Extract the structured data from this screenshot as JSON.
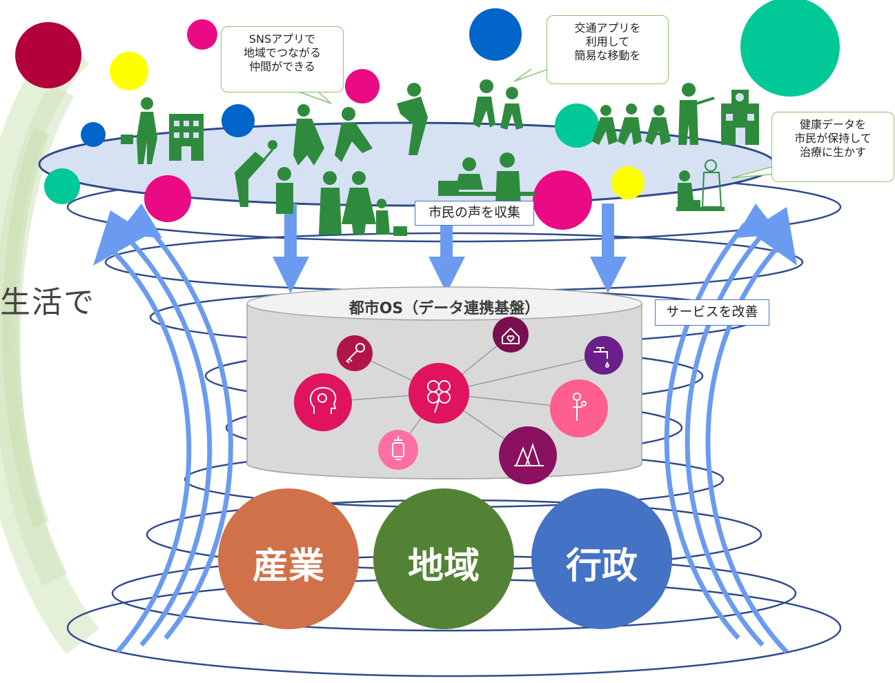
{
  "side_text": "生活で",
  "bubbles": {
    "sns": [
      "SNSアプリで",
      "地域でつながる",
      "仲間ができる"
    ],
    "transport": [
      "交通アプリを",
      "利用して",
      "簡易な移動を"
    ],
    "health": [
      "健康データを",
      "市民が保持して",
      "治療に生かす"
    ]
  },
  "labels": {
    "collect": "市民の声を収集",
    "improve": "サービスを改善"
  },
  "os": {
    "title": "都市OS（データ連携基盤）",
    "icons": [
      "clover-icon",
      "key-icon",
      "home-heart-icon",
      "faucet-icon",
      "idea-head-icon",
      "mother-child-icon",
      "lantern-icon",
      "forest-icon"
    ]
  },
  "pillars": [
    {
      "label": "産業",
      "color": "#d0714a"
    },
    {
      "label": "地域",
      "color": "#548235"
    },
    {
      "label": "行政",
      "color": "#4472c4"
    }
  ],
  "colors": {
    "ring": "#2f4a8c",
    "arrow": "#6a9bf0",
    "people": "#2e8b3d",
    "platform": "#d6e2f3"
  }
}
